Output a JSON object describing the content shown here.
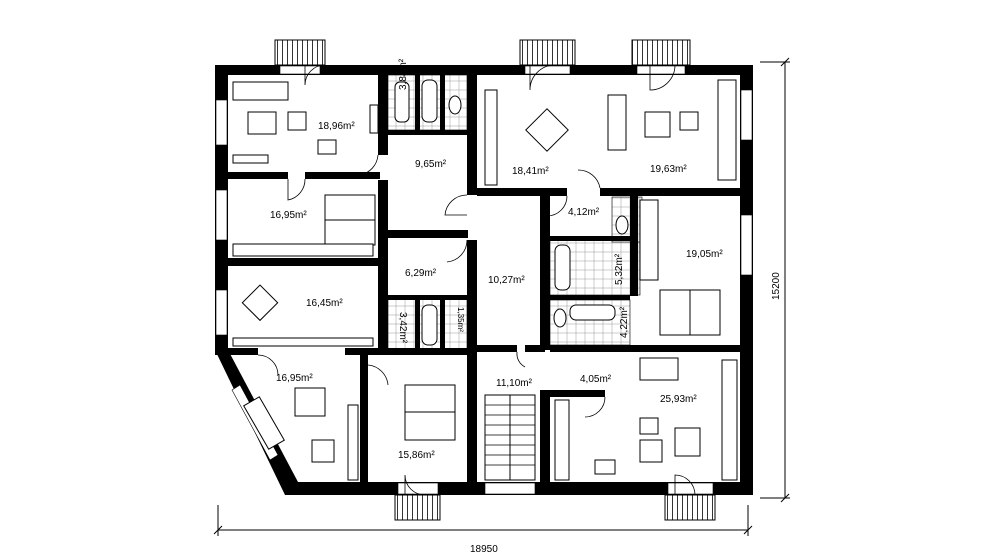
{
  "plan": {
    "rooms": [
      {
        "id": "living-nw",
        "area": "18,96m²"
      },
      {
        "id": "bath-nw",
        "area": "3,84m²"
      },
      {
        "id": "hall-n",
        "area": "9,65m²"
      },
      {
        "id": "kitchen-n",
        "area": "18,41m²"
      },
      {
        "id": "living-ne",
        "area": "19,63m²"
      },
      {
        "id": "bedroom-w1",
        "area": "16,95m²"
      },
      {
        "id": "hall-e1",
        "area": "4,12m²"
      },
      {
        "id": "bedroom-e",
        "area": "19,05m²"
      },
      {
        "id": "bath-e1",
        "area": "5,32m²"
      },
      {
        "id": "hall-w",
        "area": "6,29m²"
      },
      {
        "id": "corridor",
        "area": "10,27m²"
      },
      {
        "id": "living-w",
        "area": "16,45m²"
      },
      {
        "id": "bath-w",
        "area": "3,42m²"
      },
      {
        "id": "wc-w",
        "area": "1,35m²"
      },
      {
        "id": "bath-e2",
        "area": "4,22m²"
      },
      {
        "id": "living-sw",
        "area": "16,95m²"
      },
      {
        "id": "stair-hall",
        "area": "11,10m²"
      },
      {
        "id": "hall-se",
        "area": "4,05m²"
      },
      {
        "id": "living-se",
        "area": "25,93m²"
      },
      {
        "id": "bedroom-s",
        "area": "15,86m²"
      }
    ],
    "dimensions": {
      "width": "18950",
      "height": "15200"
    }
  }
}
